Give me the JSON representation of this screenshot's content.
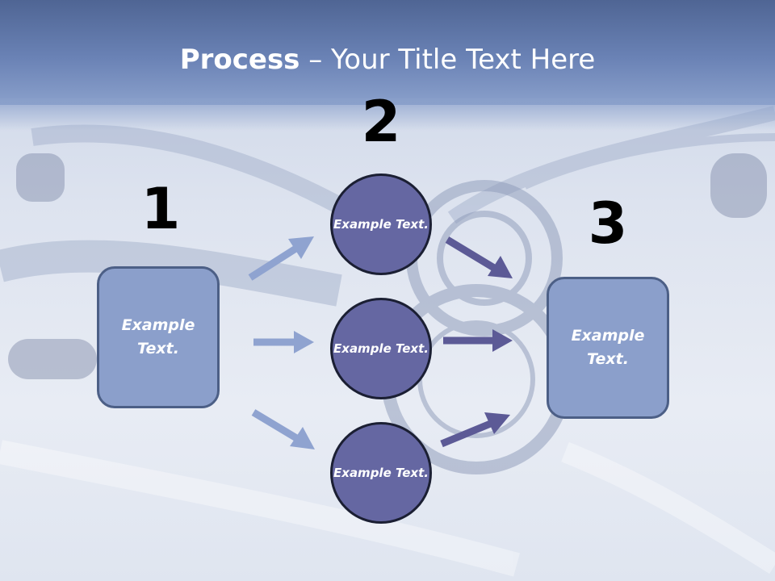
{
  "title": {
    "bold": "Process",
    "rest": " – Your Title Text Here"
  },
  "steps": [
    {
      "number": "1"
    },
    {
      "number": "2"
    },
    {
      "number": "3"
    }
  ],
  "left_box": {
    "text": "Example Text."
  },
  "middle_circles": [
    {
      "text": "Example Text."
    },
    {
      "text": "Example Text."
    },
    {
      "text": "Example Text."
    }
  ],
  "right_box": {
    "text": "Example Text."
  },
  "colors": {
    "header": "#6a82b5",
    "box_fill": "#8b9fcb",
    "circle_fill": "#6567a2",
    "arrow_light": "#8fa3d0",
    "arrow_dark": "#5c5a96"
  }
}
